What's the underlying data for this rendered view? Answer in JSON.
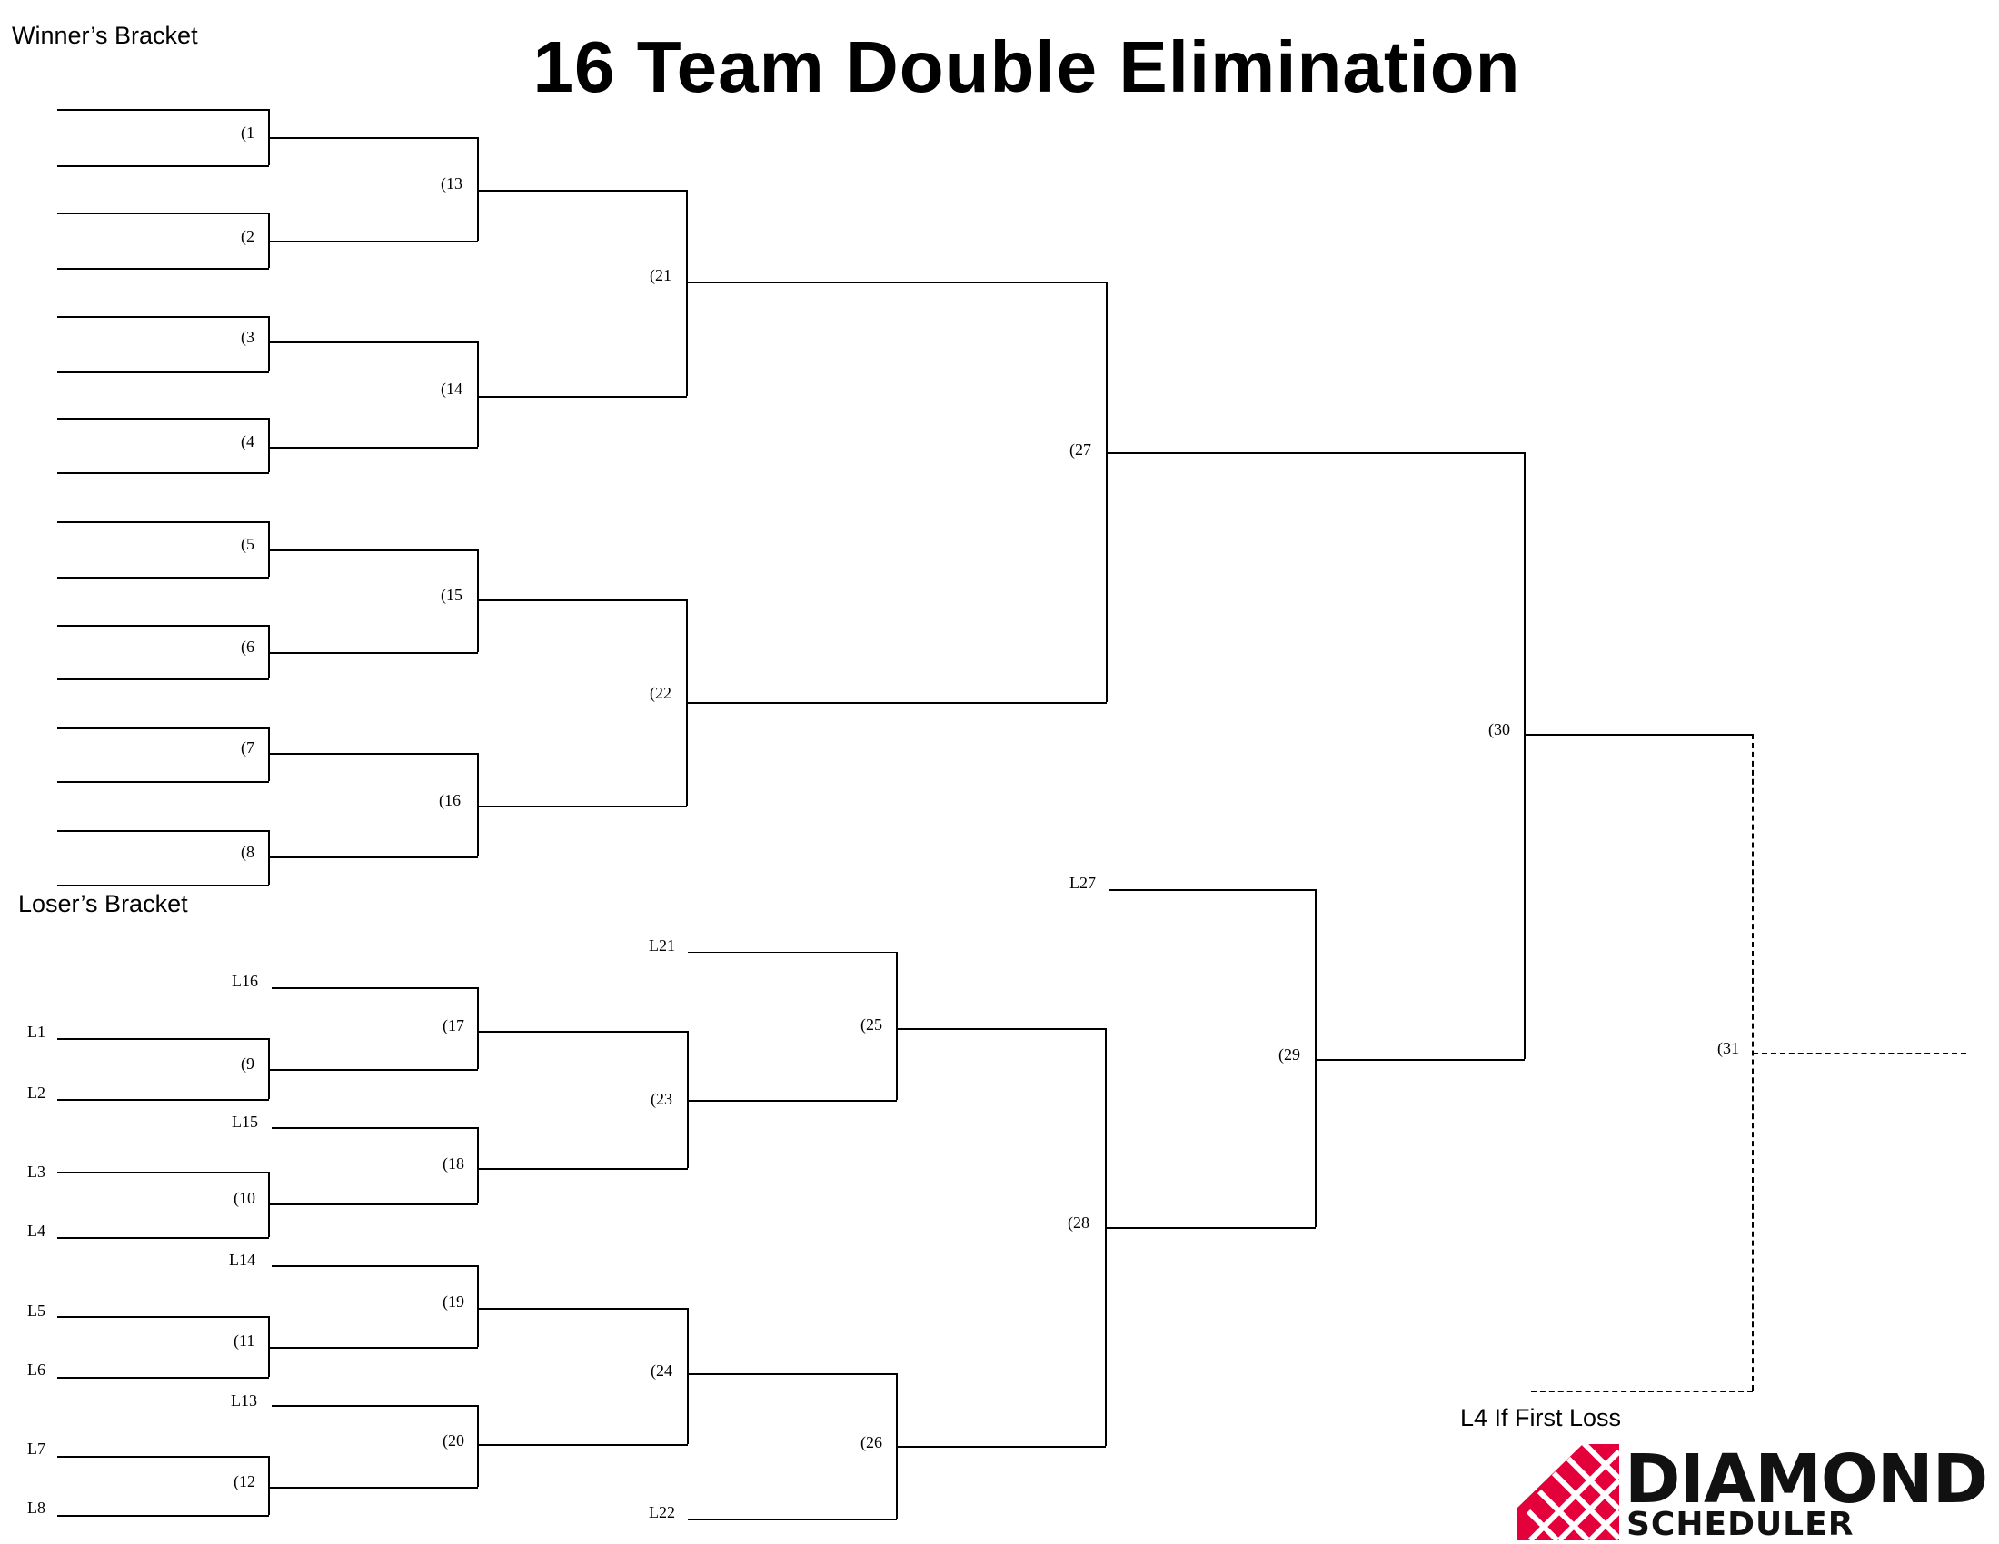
{
  "title": "16 Team Double Elimination",
  "sections": {
    "winners": "Winner’s Bracket",
    "losers": "Loser’s Bracket"
  },
  "note": "L4 If First Loss",
  "logo": {
    "word": "DIAMOND",
    "sub": "SCHEDULER",
    "accent_color": "#E4003B"
  },
  "games": {
    "g1": "(1",
    "g2": "(2",
    "g3": "(3",
    "g4": "(4",
    "g5": "(5",
    "g6": "(6",
    "g7": "(7",
    "g8": "(8",
    "g9": "(9",
    "g10": "(10",
    "g11": "(11",
    "g12": "(12",
    "g13": "(13",
    "g14": "(14",
    "g15": "(15",
    "g16": "(16",
    "g17": "(17",
    "g18": "(18",
    "g19": "(19",
    "g20": "(20",
    "g21": "(21",
    "g22": "(22",
    "g23": "(23",
    "g24": "(24",
    "g25": "(25",
    "g26": "(26",
    "g27": "(27",
    "g28": "(28",
    "g29": "(29",
    "g30": "(30",
    "g31": "(31"
  },
  "losers_inputs": {
    "L1": "L1",
    "L2": "L2",
    "L3": "L3",
    "L4": "L4",
    "L5": "L5",
    "L6": "L6",
    "L7": "L7",
    "L8": "L8",
    "L13": "L13",
    "L14": "L14",
    "L15": "L15",
    "L16": "L16",
    "L21": "L21",
    "L22": "L22",
    "L27": "L27"
  }
}
